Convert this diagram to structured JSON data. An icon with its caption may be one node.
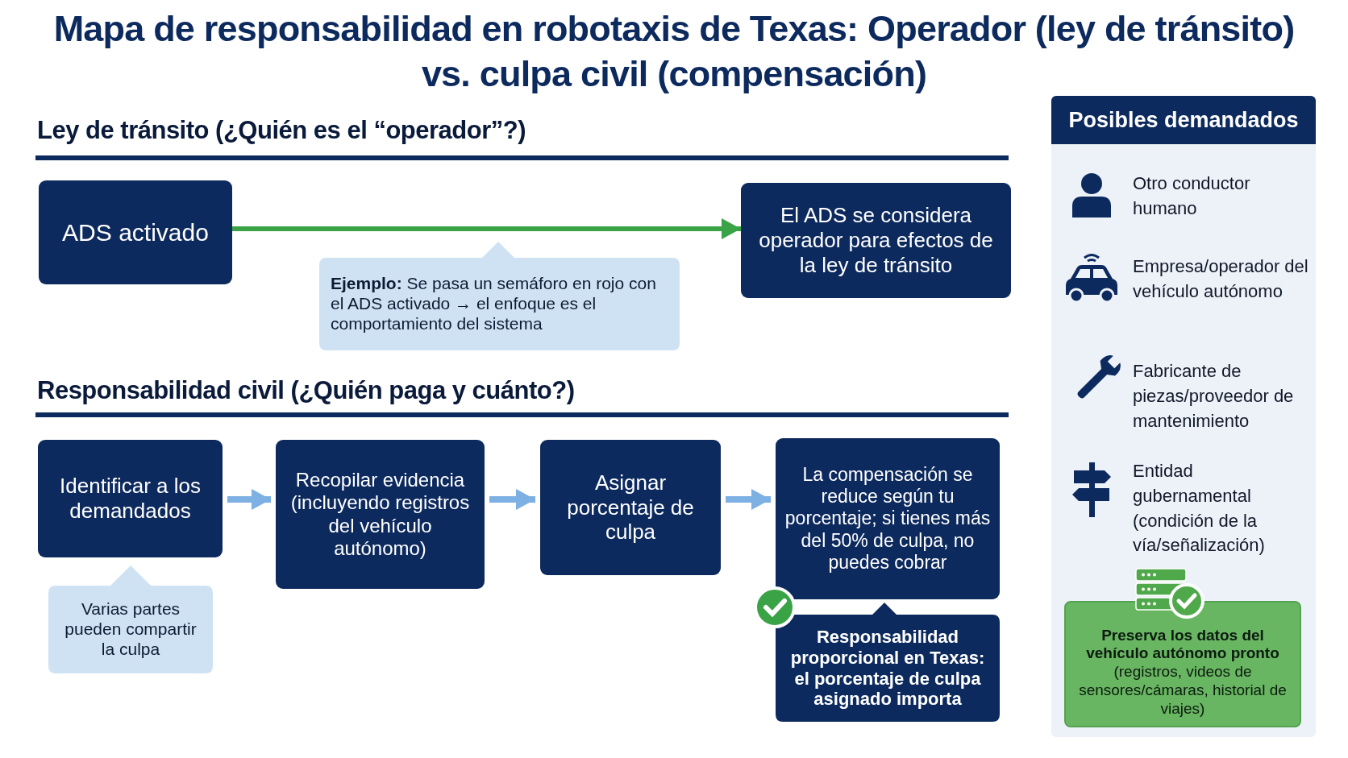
{
  "diagram": {
    "title": "Mapa de responsabilidad en robotaxis de Texas: Operador (ley de tránsito) vs. culpa civil (compensación)",
    "nodes": [
      {
        "text": [
          "ADS activado"
        ]
      },
      {
        "text": [
          "El ADS se considera operador para efectos de la ley de tránsito"
        ]
      },
      {
        "text": [
          "**Ejemplo:** Se pasa un semáforo en rojo con el ADS activado → el enfoque es el comportamiento del sistema"
        ]
      },
      {
        "text": [
          "Identificar a los demandados"
        ]
      },
      {
        "text": [
          "Recopilar evidencia (incluyendo registros del vehículo autónomo)"
        ]
      },
      {
        "text": [
          "Asignar porcentaje de culpa"
        ]
      },
      {
        "text": [
          "La compensación se reduce según tu porcentaje; si tienes más del 50% de culpa, no puedes cobrar"
        ]
      },
      {
        "text": [
          "Varias partes pueden compartir la culpa"
        ]
      },
      {
        "text": [
          "Responsabilidad proporcional en Texas: el porcentaje de culpa asignado importa"
        ]
      },
      {
        "text": [
          "Posibles demandados"
        ]
      },
      {
        "text": [
          "**Preserva los datos del vehículo autónomo pronto** (registros, videos de sensores/cámaras, historial de viajes)"
        ],
        "in": 9
      }
    ],
    "edges": [
      {
        "from": 0,
        "to": 1,
        "arrow": "to",
        "color": "#3aa346"
      },
      {
        "from": 3,
        "to": 4,
        "arrow": "to"
      },
      {
        "from": 4,
        "to": 5,
        "arrow": "to"
      },
      {
        "from": 5,
        "to": 6,
        "arrow": "to"
      }
    ],
    "labels": [
      "Ley de tránsito (¿Quién es el “operador”?)",
      "Responsabilidad civil (¿Quién paga y cuánto?)",
      "Otro conductor humano",
      "Empresa/operador del vehículo autónomo",
      "Fabricante de piezas/proveedor de mantenimiento",
      "Entidad gubernamental (condición de la vía/señalización)"
    ]
  }
}
